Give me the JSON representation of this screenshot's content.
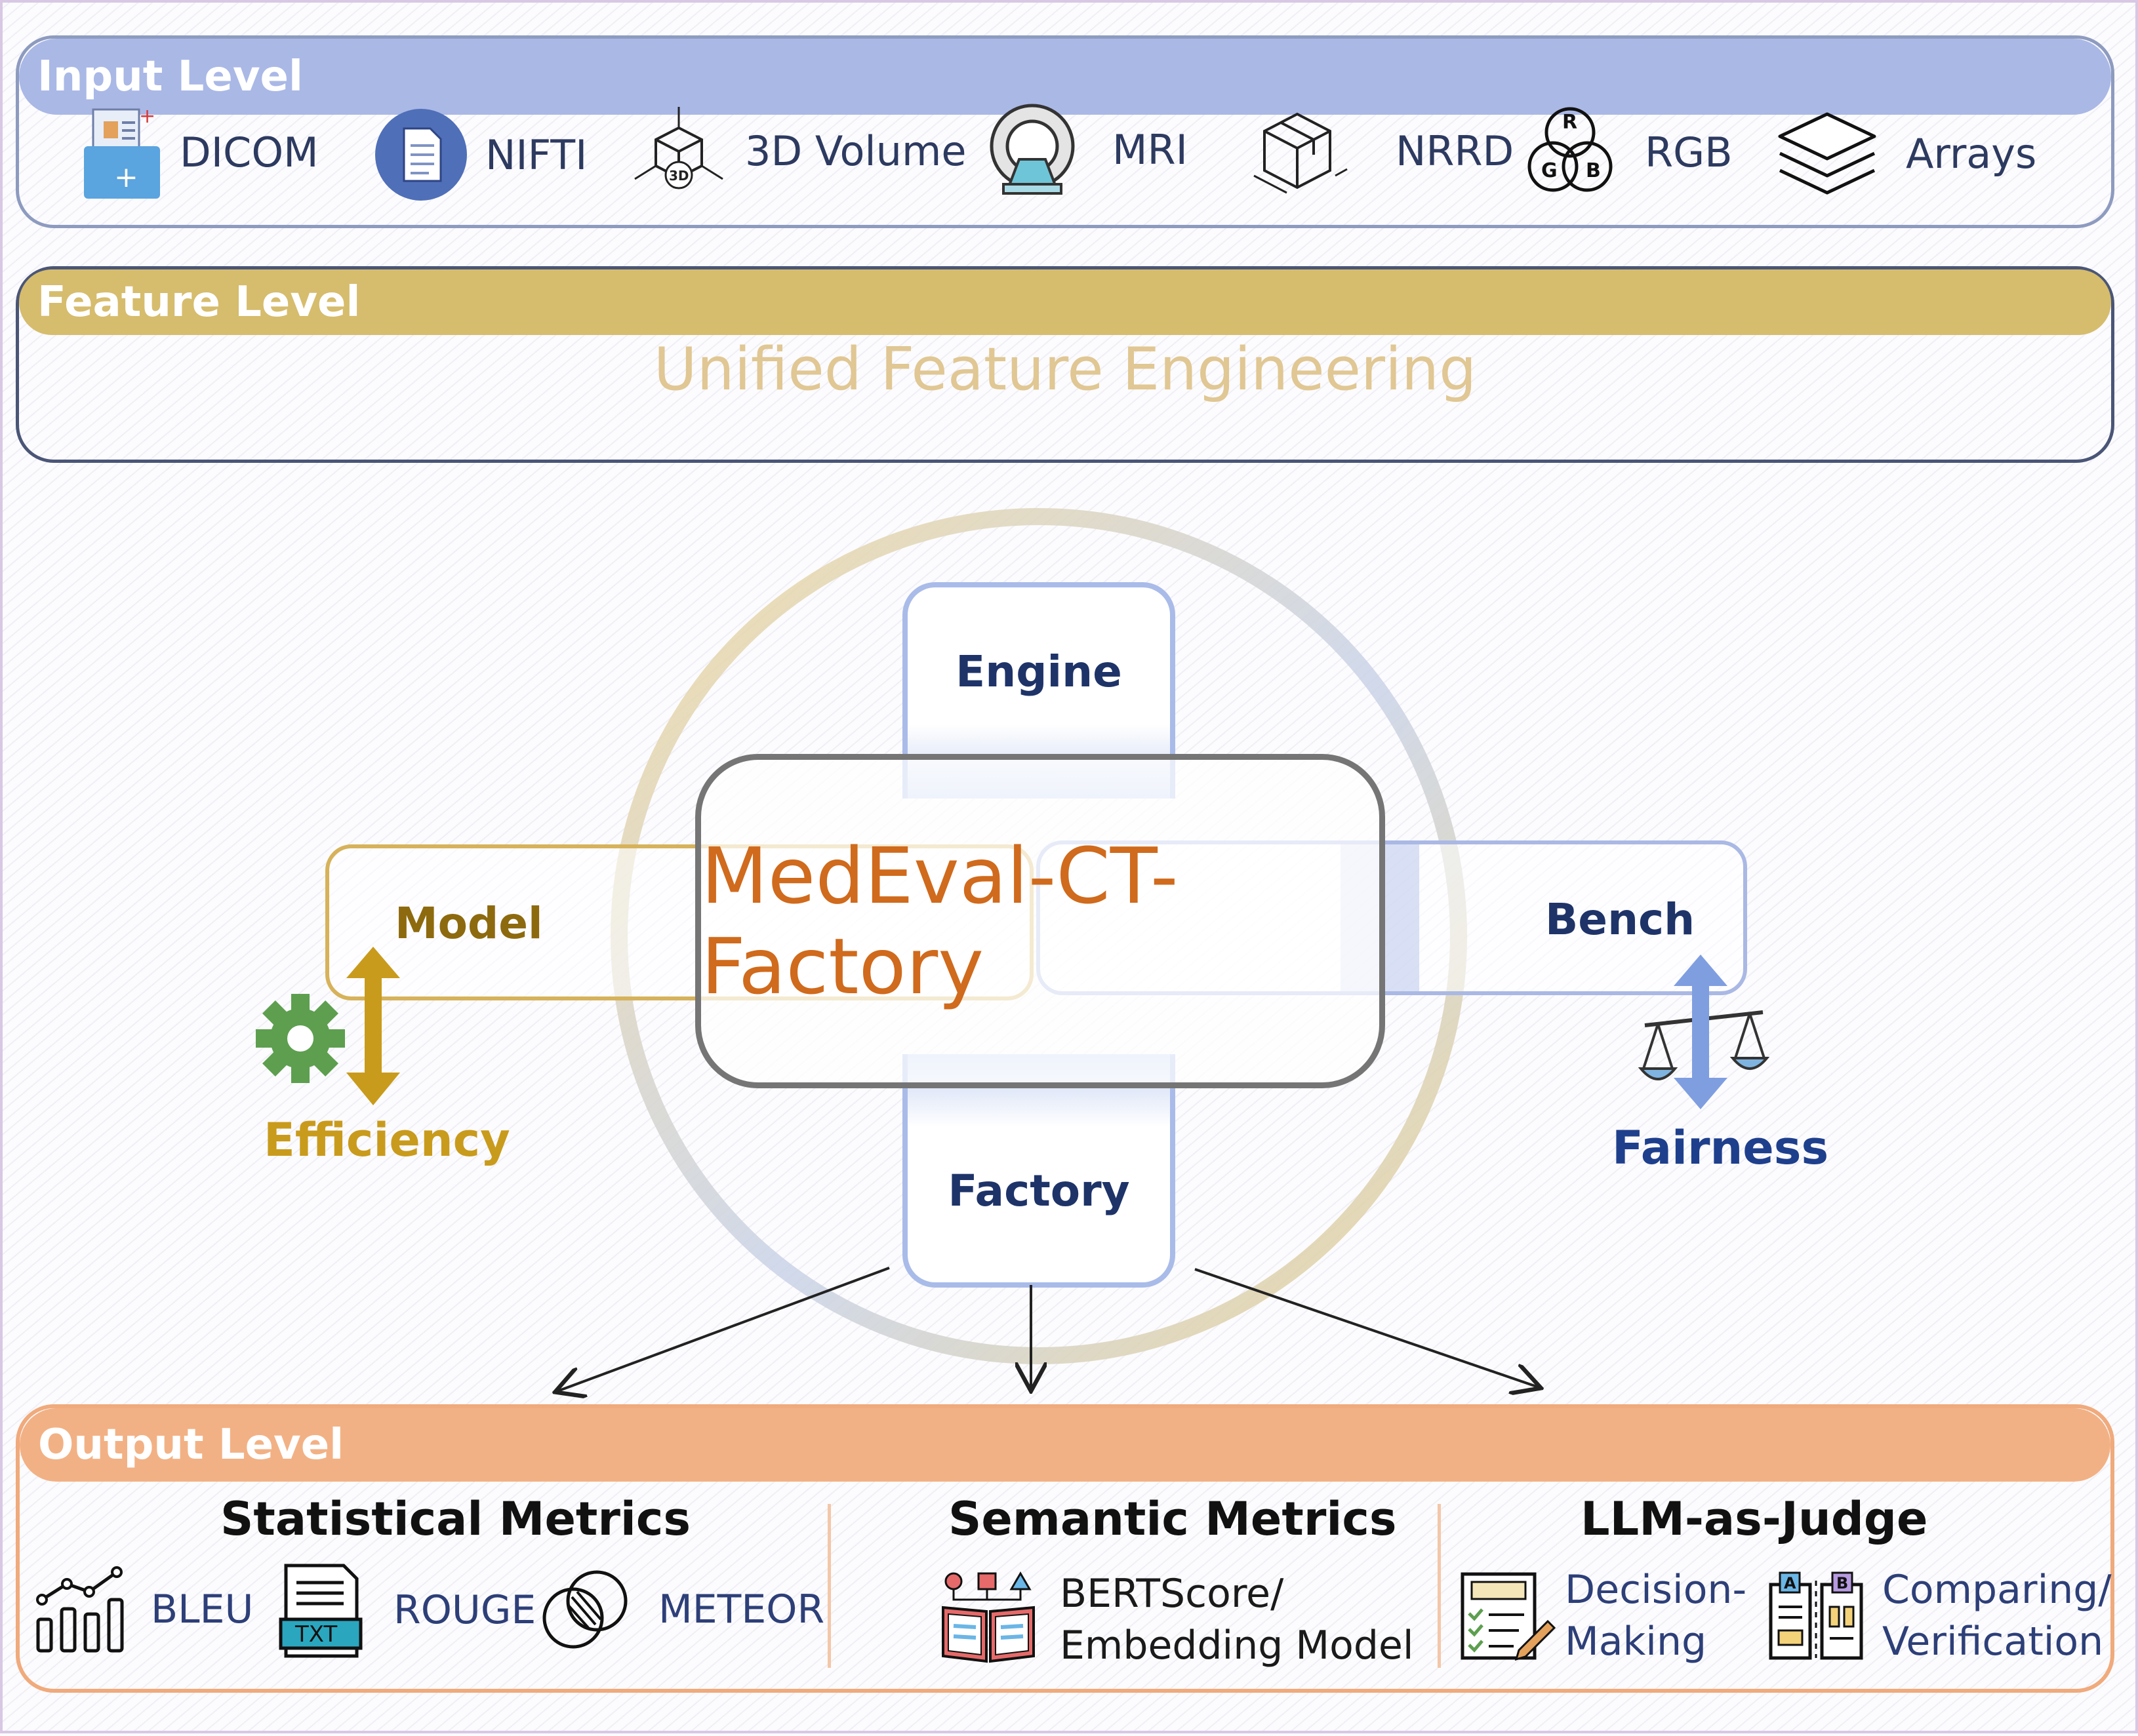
{
  "input_level": {
    "title": "Input Level",
    "items": [
      {
        "label": "DICOM",
        "icon": "medical-folder-icon"
      },
      {
        "label": "NIFTI",
        "icon": "document-icon"
      },
      {
        "label": "3D Volume",
        "icon": "cube-3d-icon"
      },
      {
        "label": "MRI",
        "icon": "mri-scanner-icon"
      },
      {
        "label": "NRRD",
        "icon": "box-icon"
      },
      {
        "label": "RGB",
        "icon": "rgb-circles-icon"
      },
      {
        "label": "Arrays",
        "icon": "layers-icon"
      }
    ]
  },
  "feature_level": {
    "title": "Feature Level",
    "subtitle": "Unified Feature Engineering"
  },
  "core": {
    "title": "MedEval-CT-Factory",
    "engine": "Engine",
    "model": "Model",
    "bench": "Bench",
    "factory": "Factory",
    "efficiency": "Efficiency",
    "fairness": "Fairness"
  },
  "output_level": {
    "title": "Output Level",
    "groups": [
      {
        "title": "Statistical Metrics",
        "items": [
          {
            "label": "BLEU",
            "icon": "bar-chart-icon"
          },
          {
            "label": "ROUGE",
            "icon": "txt-file-icon"
          },
          {
            "label": "METEOR",
            "icon": "venn-icon"
          }
        ]
      },
      {
        "title": "Semantic Metrics",
        "items": [
          {
            "label_line1": "BERTScore/",
            "label_line2": "Embedding Model",
            "icon": "book-network-icon"
          }
        ]
      },
      {
        "title": "LLM-as-Judge",
        "items": [
          {
            "label_line1": "Decision-",
            "label_line2": "Making",
            "icon": "checklist-icon"
          },
          {
            "label_line1": "Comparing/",
            "label_line2": "Verification",
            "icon": "compare-ab-icon"
          }
        ]
      }
    ]
  },
  "colors": {
    "input_header": "#aab8e6",
    "feature_header": "#d6bc6d",
    "output_header": "#f2b184",
    "core_title": "#d06a1c",
    "model_accent": "#c99b1c",
    "bench_accent": "#1e3f8c"
  }
}
